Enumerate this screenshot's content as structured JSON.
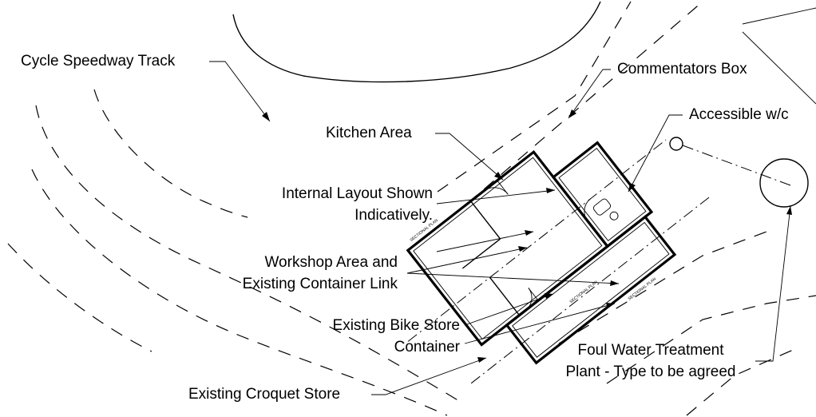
{
  "labels": {
    "cycle_speedway": "Cycle Speedway Track",
    "commentators_box": "Commentators Box",
    "accessible_wc": "Accessible w/c",
    "kitchen_area": "Kitchen Area",
    "internal_layout_1": "Internal Layout Shown",
    "internal_layout_2": "Indicatively.",
    "workshop_1": "Workshop Area and",
    "workshop_2": "Existing Container Link",
    "bike_store_1": "Existing Bike Store",
    "bike_store_2": "Container",
    "foul_water_1": "Foul Water Treatment",
    "foul_water_2": "Plant - Type to be agreed",
    "croquet_store": "Existing Croquet Store"
  },
  "drawing_annotations": {
    "sectional_plan": "SECTIONAL PLAN"
  }
}
